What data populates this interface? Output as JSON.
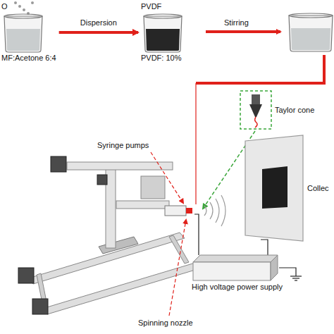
{
  "diagram": {
    "nodes": [
      {
        "text": [
          "O",
          "MF:Acetone 6:4"
        ]
      },
      {
        "text": [
          "PVDF",
          "PVDF: 10%"
        ]
      },
      {
        "text": [
          "Taylor cone"
        ]
      },
      {
        "text": [
          "Collec"
        ]
      },
      {
        "text": [
          "High voltage power supply"
        ]
      }
    ],
    "edges": [
      {
        "from": 0,
        "to": 1,
        "label": "Dispersion",
        "arrow": "to"
      }
    ],
    "labels": [
      "Stirring",
      "Syringe pumps",
      "Spinning nozzle"
    ]
  }
}
